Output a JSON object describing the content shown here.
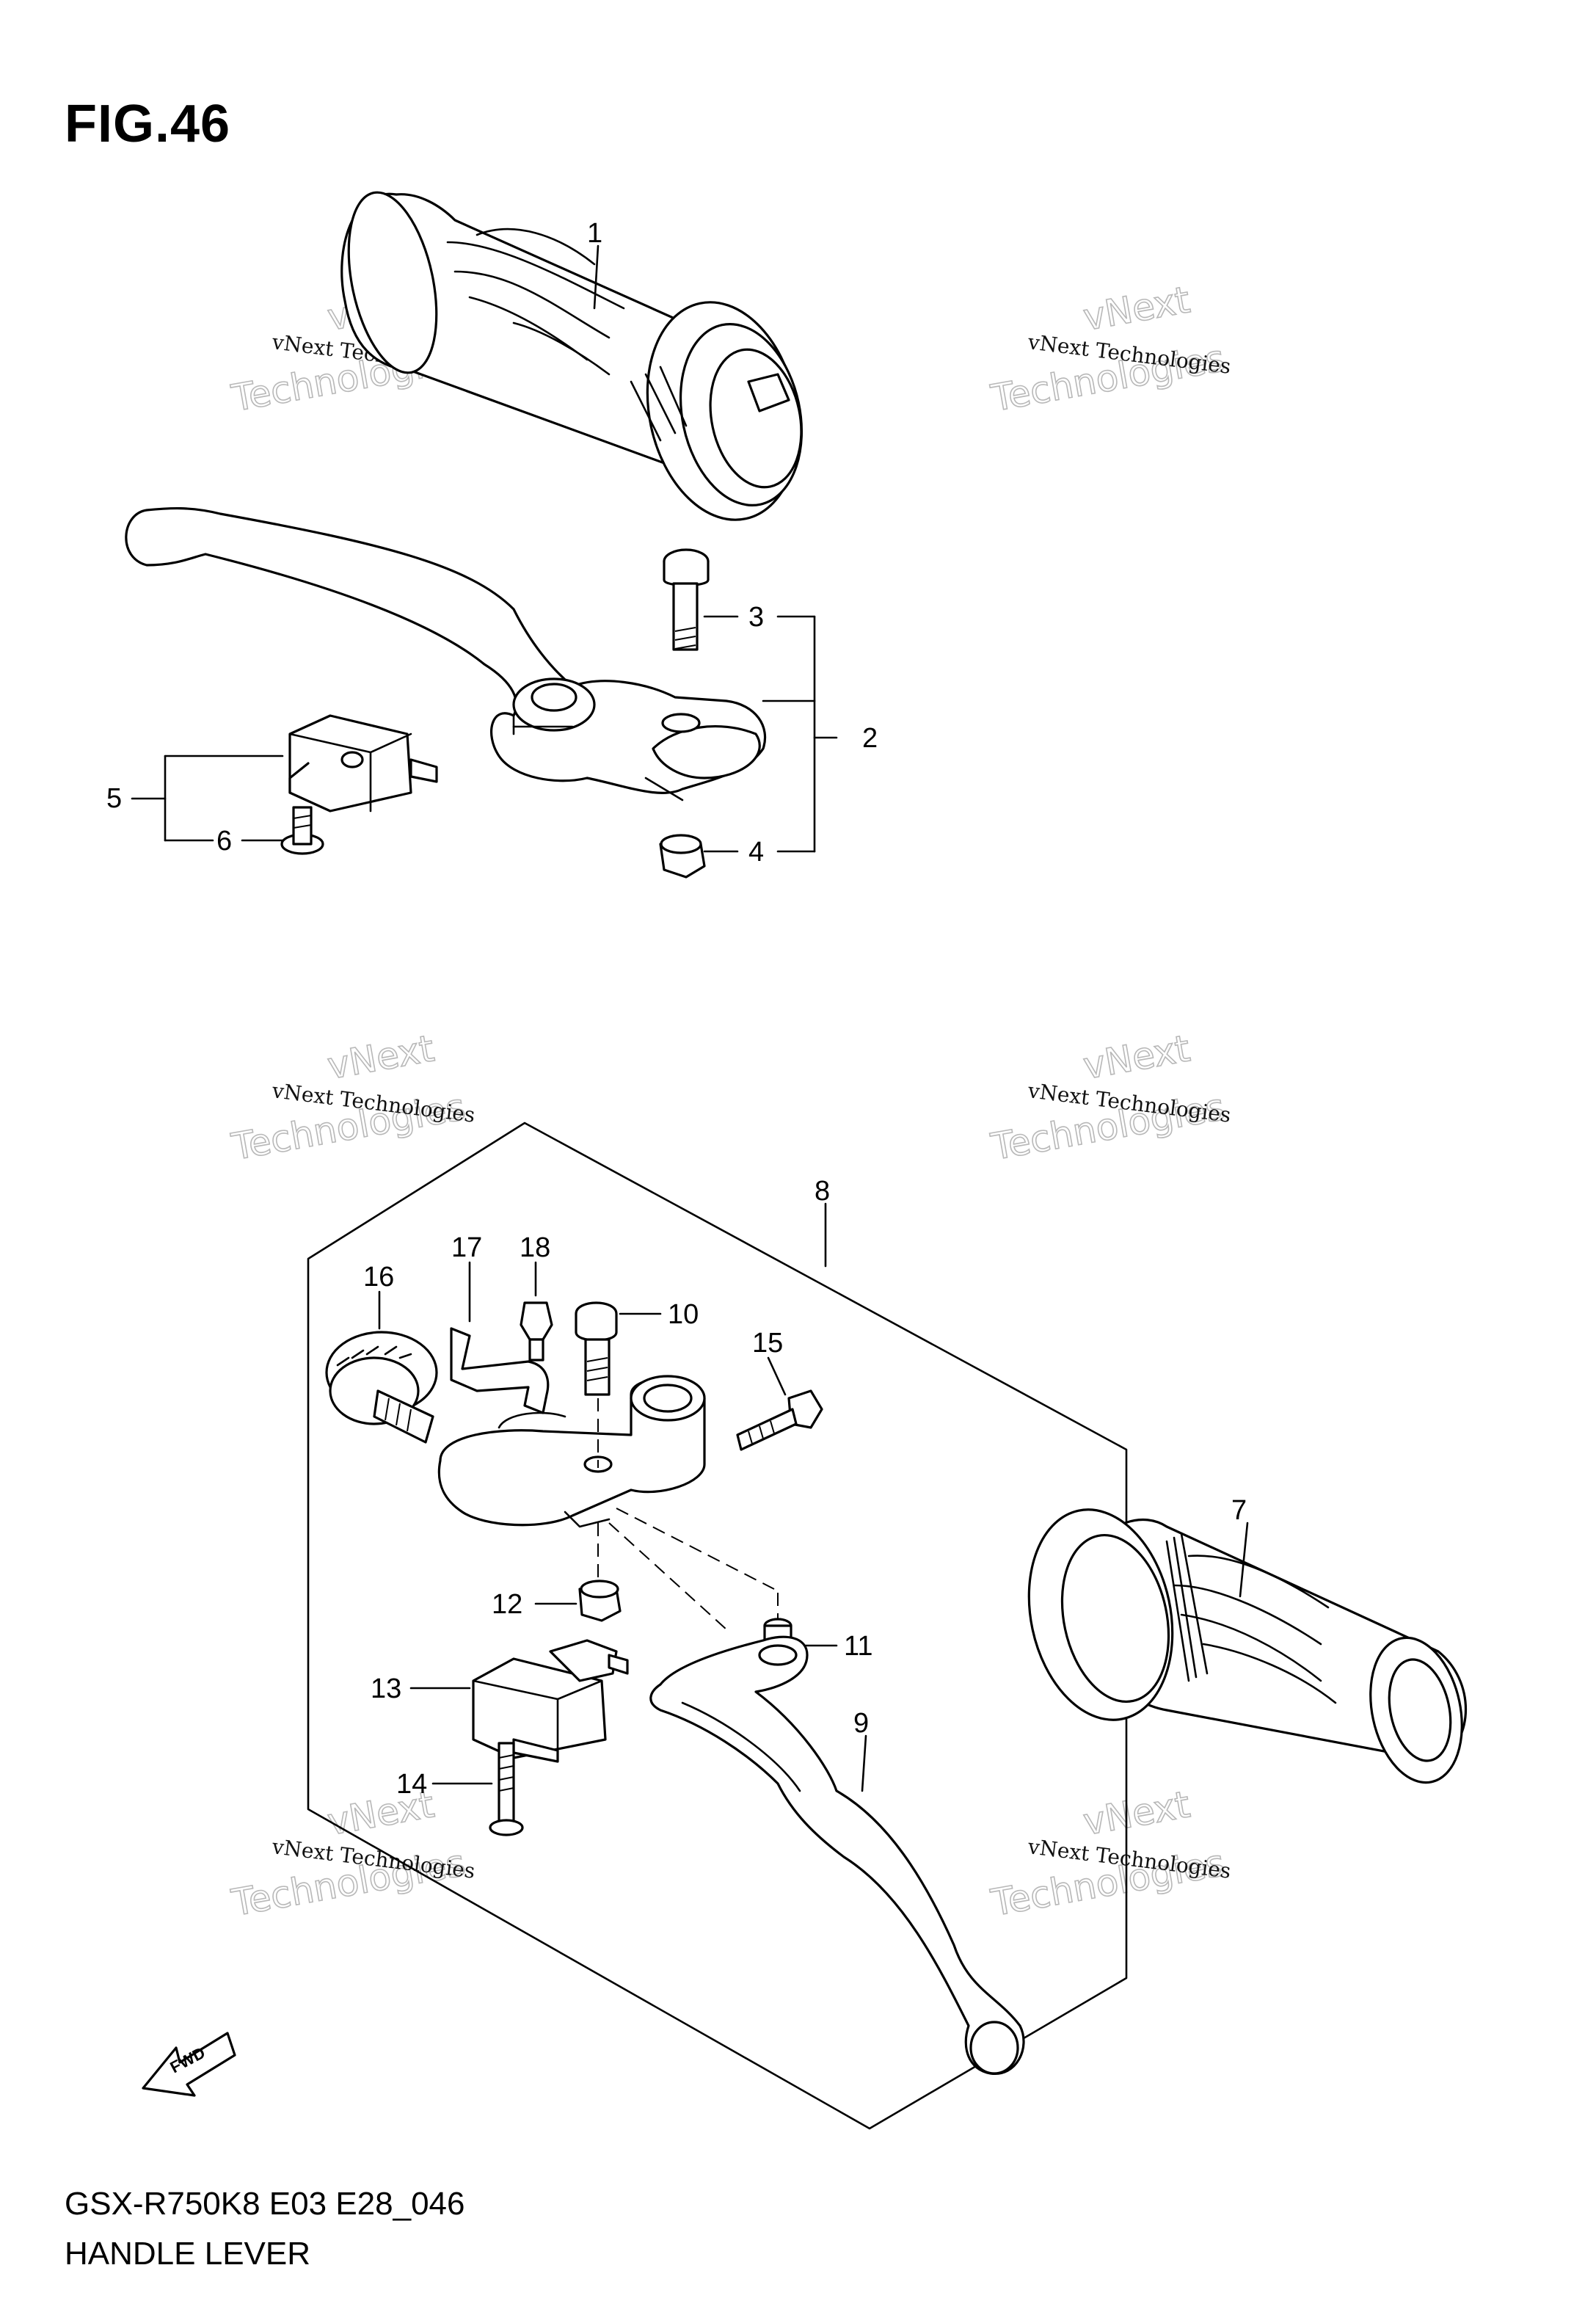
{
  "figure": {
    "title": "FIG.46",
    "model_code": "GSX-R750K8 E03 E28_046",
    "name": "HANDLE LEVER"
  },
  "callouts": [
    "1",
    "2",
    "3",
    "4",
    "5",
    "6",
    "7",
    "8",
    "9",
    "10",
    "11",
    "12",
    "13",
    "14",
    "15",
    "16",
    "17",
    "18"
  ],
  "watermark": {
    "line1": "vNext Technologies",
    "line2": "vNext",
    "line3": "Technologies"
  },
  "fwd_label": "FWD",
  "colors": {
    "ink": "#000000",
    "watermark": "#b8b8b8",
    "background": "#ffffff"
  }
}
